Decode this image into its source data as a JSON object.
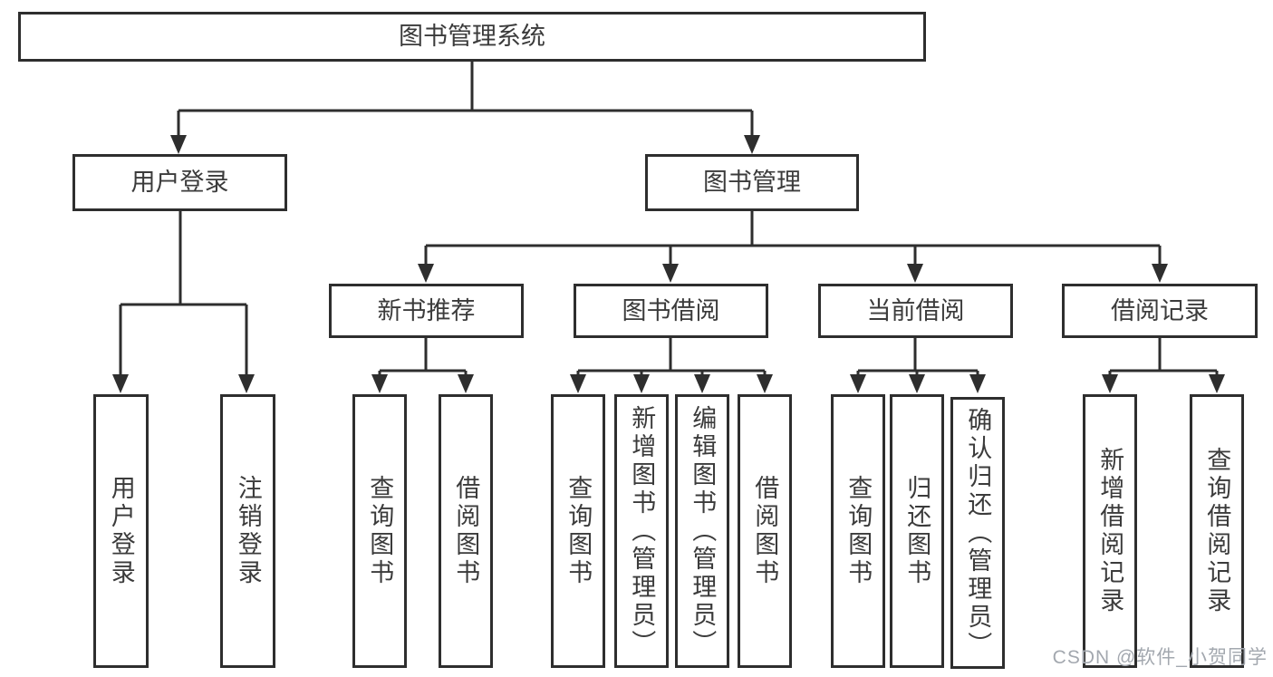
{
  "nodes": {
    "root": "图书管理系统",
    "user_login": "用户登录",
    "book_management": "图书管理",
    "login_children": [
      "用户登录",
      "注销登录"
    ],
    "management_children": [
      "新书推荐",
      "图书借阅",
      "当前借阅",
      "借阅记录"
    ],
    "new_book_children": [
      "查询图书",
      "借阅图书"
    ],
    "book_borrow_children": [
      "查询图书",
      "新增图书（管理员）",
      "编辑图书（管理员）",
      "借阅图书"
    ],
    "current_borrow_children": [
      "查询图书",
      "归还图书",
      "确认归还（管理员）"
    ],
    "borrow_record_children": [
      "新增借阅记录",
      "查询借阅记录"
    ]
  },
  "watermark": "CSDN @软件_小贺同学",
  "colors": {
    "line": "#2e2e2e",
    "box_border": "#2e2e2e",
    "text": "#3b3b3b",
    "watermark": "#a3a8af",
    "background": "#ffffff"
  }
}
